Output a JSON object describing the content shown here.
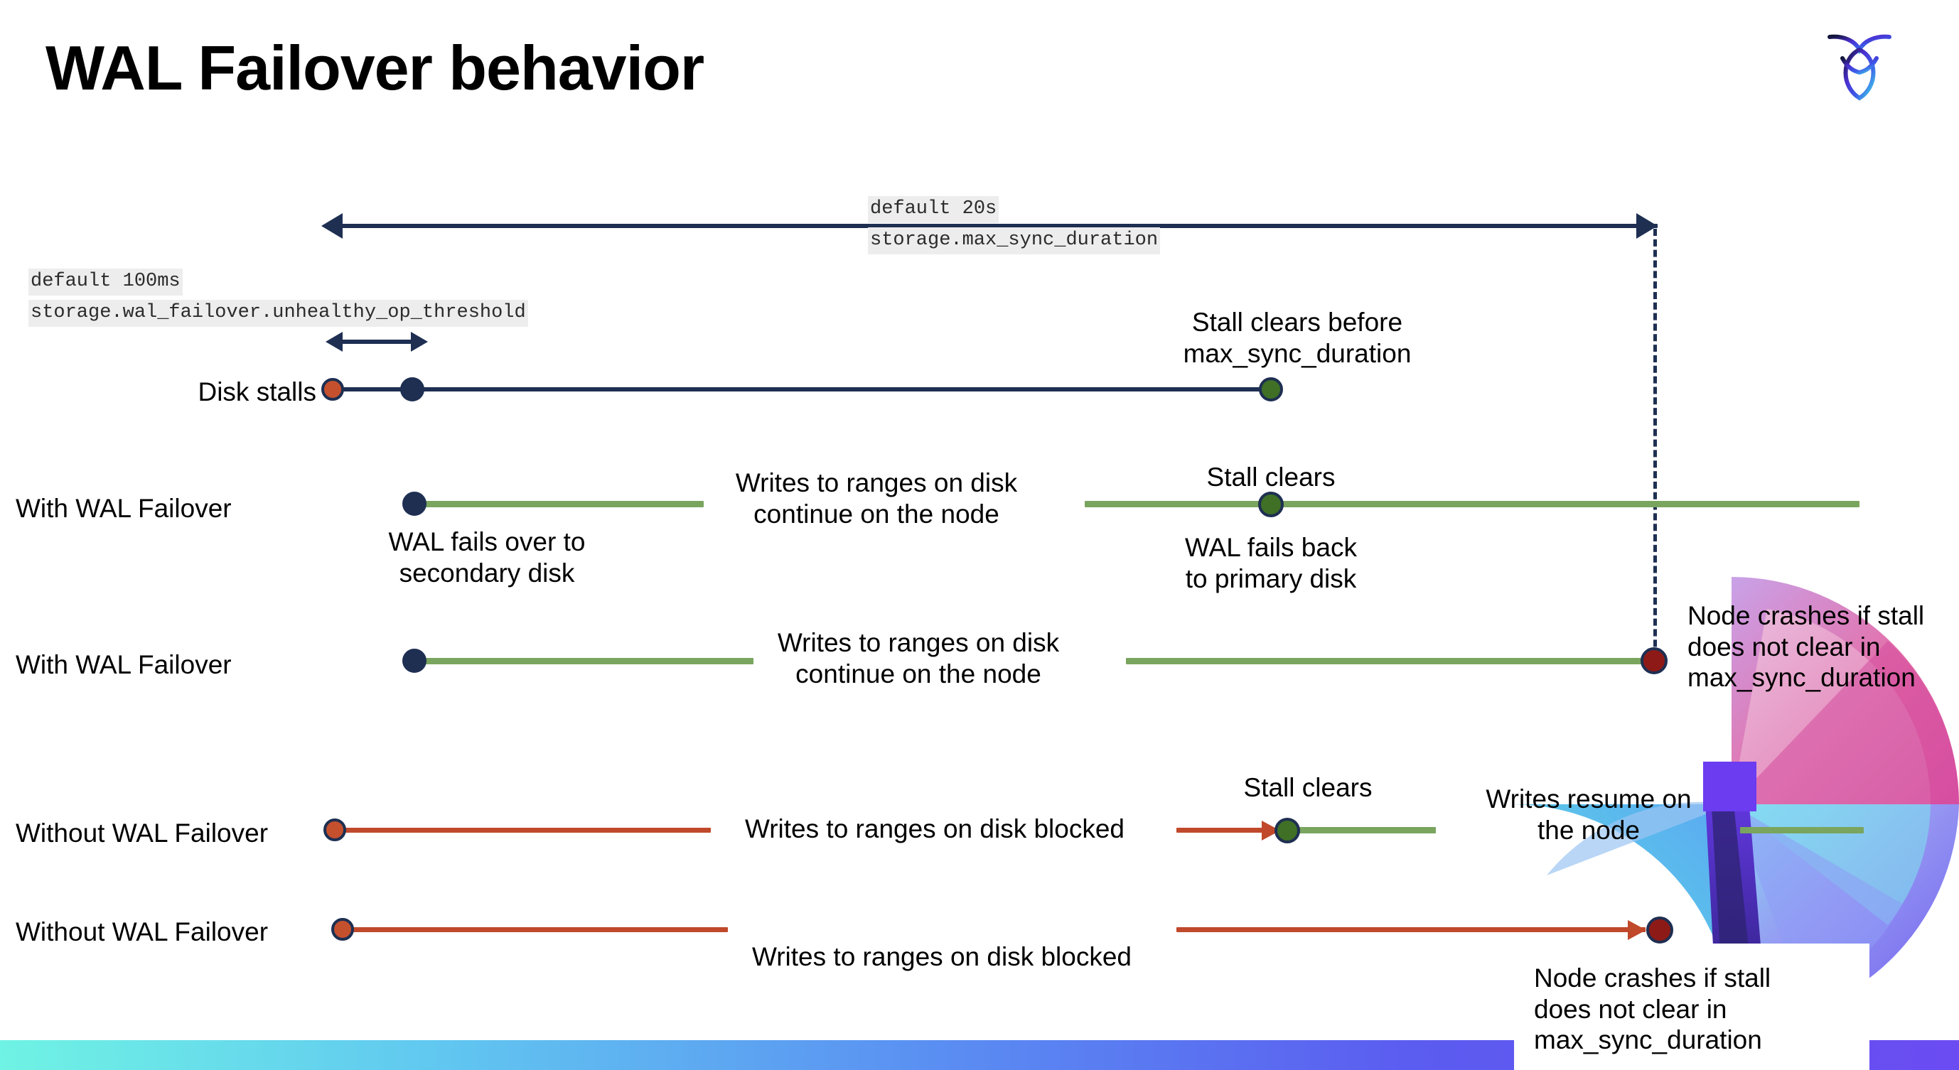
{
  "slide": {
    "title": "WAL Failover behavior",
    "logo_name": "cockroachdb-logo"
  },
  "annotations": {
    "max_sync_default": "default 20s",
    "max_sync_setting": "storage.max_sync_duration",
    "unhealthy_default": "default 100ms",
    "unhealthy_setting": "storage.wal_failover.unhealthy_op_threshold"
  },
  "rows": [
    {
      "id": "disk-stalls",
      "label": "Disk stalls",
      "note_right": "Stall clears before\nmax_sync_duration"
    },
    {
      "id": "with-wal-failover-1",
      "label": "With WAL Failover",
      "note_below_start": "WAL fails over to\nsecondary disk",
      "note_middle": "Writes to ranges on disk\ncontinue on the node",
      "note_above_clear": "Stall clears",
      "note_below_clear": "WAL fails  back\nto primary disk"
    },
    {
      "id": "with-wal-failover-2",
      "label": "With WAL Failover",
      "note_middle": "Writes to ranges on disk\ncontinue on the node",
      "note_right": "Node crashes if stall\ndoes not clear in\nmax_sync_duration"
    },
    {
      "id": "without-wal-failover-1",
      "label": "Without WAL Failover",
      "note_middle": "Writes to ranges on disk  blocked",
      "note_above_clear": "Stall clears",
      "note_right": "Writes resume on\nthe node"
    },
    {
      "id": "without-wal-failover-2",
      "label": "Without WAL Failover",
      "note_middle": "Writes to ranges on disk  blocked",
      "note_callout": "Node crashes if stall\ndoes not clear in\nmax_sync_duration"
    }
  ],
  "colors": {
    "navy": "#1E2F52",
    "orange_dot": "#C4502E",
    "orange_line": "#C0492B",
    "green_dot": "#3F7026",
    "green_line": "#79A55E",
    "dark_red_dot": "#8E1A17",
    "chip_bg": "#EDEDED",
    "bottom_bar_from": "#6FF3E4",
    "bottom_bar_to": "#6B4CF2"
  }
}
